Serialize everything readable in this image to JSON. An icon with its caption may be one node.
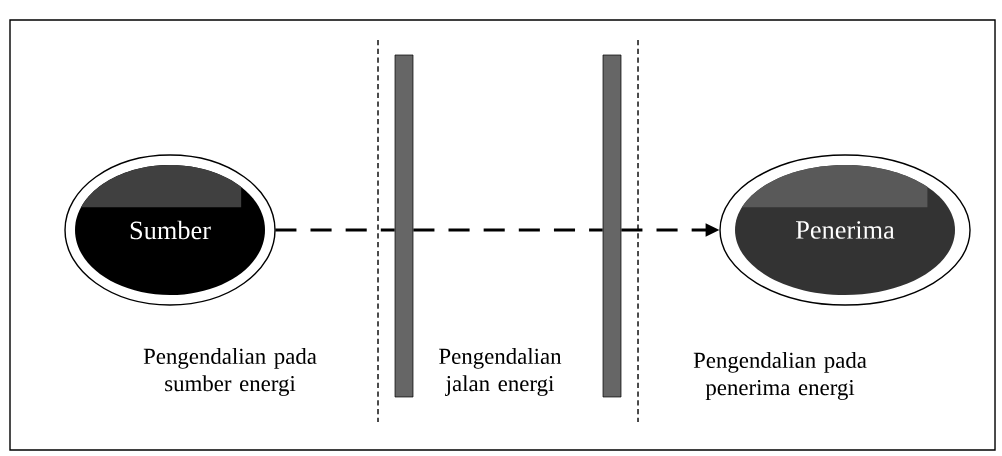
{
  "diagram": {
    "nodes": [
      {
        "text": [
          "Sumber"
        ]
      },
      {
        "text": [],
        "shape": "bar"
      },
      {
        "text": [],
        "shape": "bar"
      },
      {
        "text": [
          "Penerima"
        ]
      }
    ],
    "edges": [
      {
        "from": 0,
        "to": 1,
        "arrow": "none",
        "style": "dashed"
      },
      {
        "from": 1,
        "to": 2,
        "arrow": "none",
        "style": "dashed"
      },
      {
        "from": 2,
        "to": 3,
        "arrow": "to",
        "style": "dashed"
      }
    ],
    "labels": [
      "Pengendalian pada sumber energi",
      "Pengendalian jalan energi",
      "Pengendalian pada penerima energi"
    ]
  }
}
